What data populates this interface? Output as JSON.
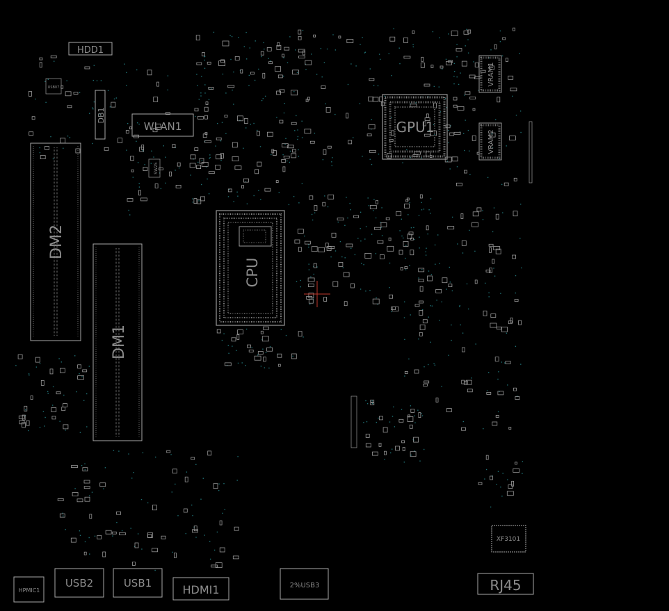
{
  "title": "",
  "colors": {
    "background": "#000000",
    "outline": "#a8a8a8",
    "label": "#8c8c8c",
    "via": "#1f6f73",
    "crosshair": "#c0392b",
    "pad": "#9a9a9a"
  },
  "components": {
    "hdd1": "HDD1",
    "usb_conn": "USB07",
    "db1": "DB1",
    "wlan1": "WLAN1",
    "sw25": "SW25",
    "dm2": "DM2",
    "dm1": "DM1",
    "cpu": "CPU",
    "gpu1": "GPU1",
    "vram1": "VRAM1",
    "vram2": "VRAM2",
    "hpmic1": "HPMIC1",
    "usb2": "USB2",
    "usb1": "USB1",
    "hdmi1": "HDMI1",
    "usb3": "2%USB3",
    "rj45": "RJ45",
    "xf3101": "XF3101"
  }
}
